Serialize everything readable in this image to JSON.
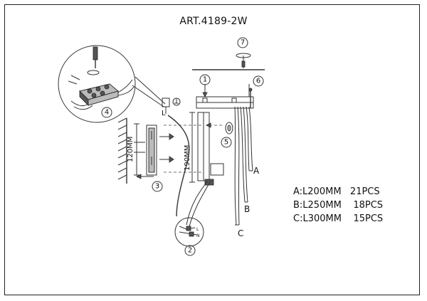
{
  "title": "ART.4189-2W",
  "parts": [
    {
      "text": "A:L200MM   21PCS"
    },
    {
      "text": "B:L250MM    18PCS"
    },
    {
      "text": "C:L300MM    15PCS"
    }
  ],
  "dimensions": {
    "bracket_height": "120MM",
    "body_height": "190MM"
  },
  "rod_labels": [
    "A",
    "B",
    "C"
  ],
  "step_numbers": [
    "1",
    "2",
    "3",
    "4",
    "5",
    "6",
    "7"
  ]
}
